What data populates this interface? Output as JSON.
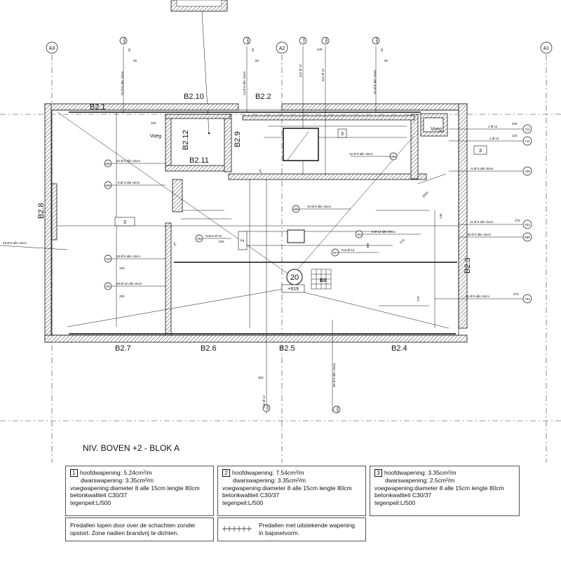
{
  "title": "NIV. BOVEN +2 - BLOK A",
  "grid_axes": [
    "A3",
    "A2",
    "A1"
  ],
  "beams": {
    "b21": "B2.1",
    "b210": "B2.10",
    "b22": "B2.2",
    "b212": "B2.12",
    "b29": "B2.9",
    "b211": "B2.11",
    "b28": "B2.8",
    "b23": "B2.3",
    "b27": "B2.7",
    "b26": "B2.6",
    "b25": "B2.5",
    "b24": "B2.4"
  },
  "markers": {
    "m699": "699",
    "m710": "710",
    "m712": "712",
    "m711": "711",
    "m705": "705",
    "m702": "702",
    "m704": "704",
    "m706": "706",
    "m707": "707",
    "m700": "700",
    "m701": "701",
    "m703": "703",
    "m709": "709",
    "m708": "708"
  },
  "rebar": {
    "r1": "25 Ø 8 alle 15cm",
    "r2": "14 Ø 8 alle 15cm",
    "r3": "2x2 Ø 12",
    "r4": "2x2 Ø 12",
    "r5": "42 Ø 8 alle 15cm",
    "r6": "2 Ø 12",
    "r7": "2 Ø 12",
    "r8": "6 Ø 8 alle 20cm",
    "r9": "22 Ø 8 alle 15cm",
    "r10": "9 Ø 8 alle 15cm",
    "r11": "42 Ø 8 alle 15cm",
    "r12": "46 Ø 8 alle 15cm",
    "r13": "11 Ø 8 alle 15cm",
    "r14": "49 Ø 8 alle 15cm",
    "r15": "49 Ø 8 alle 15cm",
    "r16": "5 Ø 12 alle 20cm",
    "r17": "2x2x2 Ø 12",
    "r18": "2x2 Ø 12",
    "r19": "28 Ø 8 alle 15cm",
    "r20": "28 Ø 10 alle 15cm",
    "r21": "12 Ø 8 alle 15cm",
    "r22": "89 Ø 8 alle 15cm",
    "r23": "2x2 Ø 12"
  },
  "dims": {
    "d100": "100",
    "d10": "10",
    "d55": "55",
    "d200": "200",
    "d120": "120",
    "d275": "275",
    "d175": "175",
    "d300": "300",
    "d240": "240",
    "d3000": "3000",
    "d570": "570",
    "d145": "145"
  },
  "labels": {
    "voeg1": "Voeg",
    "voeg2": "Voeg",
    "type3a": "3",
    "type3b": "3",
    "type3c": "3",
    "type2": "2",
    "level_num": "20",
    "level_val": "+919",
    "b3": "B3",
    "l": "L"
  },
  "legend": {
    "box1": {
      "num": "1",
      "lines": [
        "hoofdwapening: 5.24cm²/m",
        "dwarswapening: 3.35cm²/m",
        "voegwapening:diameter 8 alle 15cm lengte 80cm",
        "betonkwaliteit C30/37",
        "tegenpeil:L/500"
      ]
    },
    "box2": {
      "num": "2",
      "lines": [
        "hoofdwapening: 7.54cm²/m",
        "dwarswapening: 3.35cm²/m",
        "voegwapening:diameter 8 alle 15cm lengte 80cm",
        "betonkwaliteit C30/37",
        "tegenpeil:L/500"
      ]
    },
    "box3": {
      "num": "3",
      "lines": [
        "hoofdwapening: 3.35cm²/m",
        "dwarswapening: 2.5cm²/m",
        "voegwapening:diameter 8 alle 15cm lengte 80cm",
        "betonkwaliteit C30/37",
        "tegenpeil:L/500"
      ]
    },
    "note1": [
      "Predallen lopen door over de schachten zonder",
      "opstort. Zone nadien brandvrij te dichten."
    ],
    "note2": [
      "Predallen met uitstekende wapening",
      "in bajonetvorm."
    ]
  }
}
